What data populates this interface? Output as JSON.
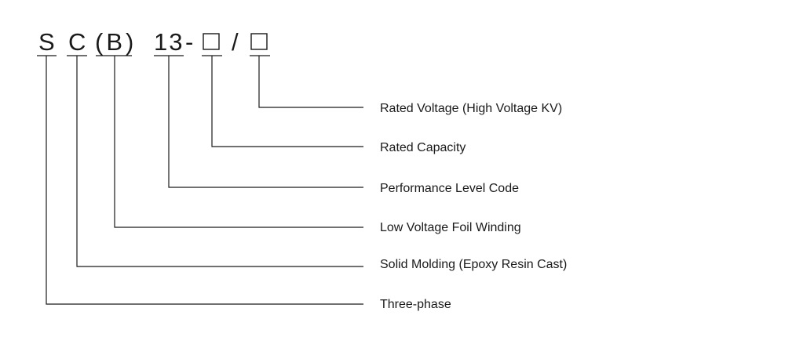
{
  "code": {
    "s": "S",
    "c": "C",
    "b": "(B)",
    "level": "13",
    "dash": "-",
    "slash": "/"
  },
  "labels": {
    "rated_voltage": "Rated Voltage (High Voltage KV)",
    "rated_capacity": "Rated Capacity",
    "performance_level": "Performance Level Code",
    "foil_winding": "Low Voltage Foil Winding",
    "solid_molding": "Solid Molding (Epoxy Resin Cast)",
    "three_phase": "Three-phase"
  }
}
